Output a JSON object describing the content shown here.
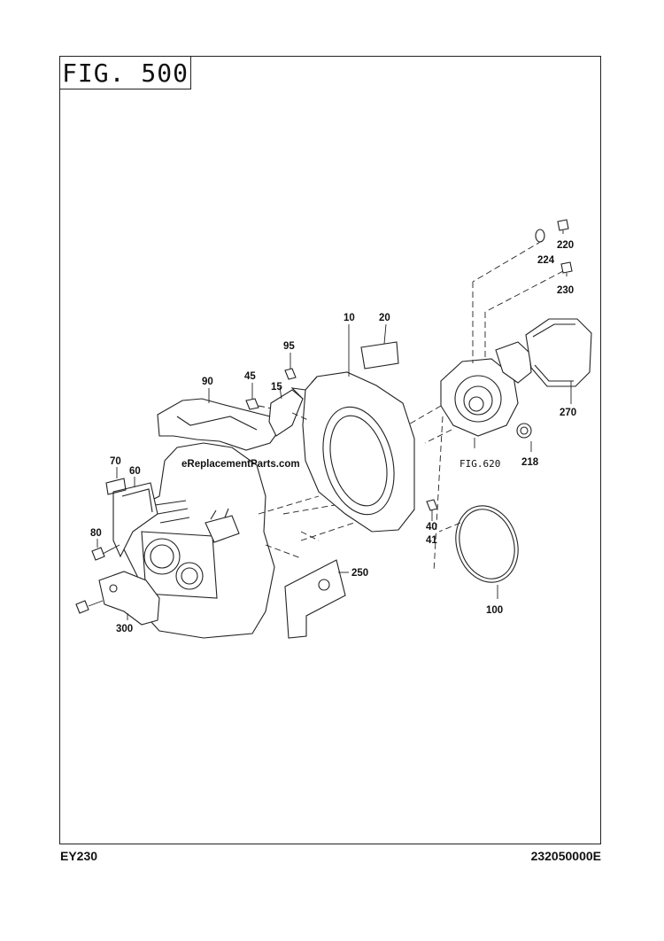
{
  "figure": {
    "title": "FIG. 500",
    "model": "EY230",
    "document_number": "232050000E"
  },
  "watermark": "eReplacementParts.com",
  "callouts": {
    "p10": "10",
    "p15": "15",
    "p20": "20",
    "p40": "40",
    "p41": "41",
    "p45": "45",
    "p60": "60",
    "p70": "70",
    "p80": "80",
    "p90": "90",
    "p95": "95",
    "p100": "100",
    "p218": "218",
    "p220": "220",
    "p224": "224",
    "p230": "230",
    "p250": "250",
    "p270": "270",
    "p300": "300",
    "fig620": "FIG.620"
  }
}
